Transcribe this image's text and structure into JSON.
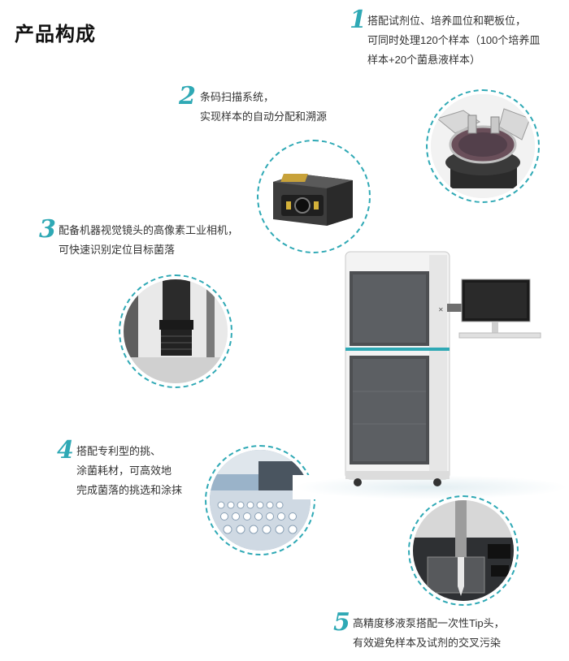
{
  "title": "产品构成",
  "features": [
    {
      "number": "1",
      "lines": [
        "搭配试剂位、培养皿位和靶板位，",
        "可同时处理120个样本（100个培养皿",
        "样本+20个菌悬液样本）"
      ]
    },
    {
      "number": "2",
      "lines": [
        "条码扫描系统，",
        "实现样本的自动分配和溯源"
      ]
    },
    {
      "number": "3",
      "lines": [
        "配备机器视觉镜头的高像素工业相机，",
        "可快速识别定位目标菌落"
      ]
    },
    {
      "number": "4",
      "lines": [
        "搭配专利型的挑、",
        "涂菌耗材，可高效地",
        "完成菌落的挑选和涂抹"
      ]
    },
    {
      "number": "5",
      "lines": [
        "高精度移液泵搭配一次性Tip头，",
        "有效避免样本及试剂的交叉污染"
      ]
    }
  ],
  "colors": {
    "accent": "#2fa9b5",
    "title": "#111111",
    "text": "#333333"
  },
  "images": [
    "petri-dish-station-photo",
    "barcode-scanner-photo",
    "industrial-camera-photo",
    "picking-consumables-photo",
    "pipette-tip-photo",
    "instrument-cabinet-photo"
  ]
}
